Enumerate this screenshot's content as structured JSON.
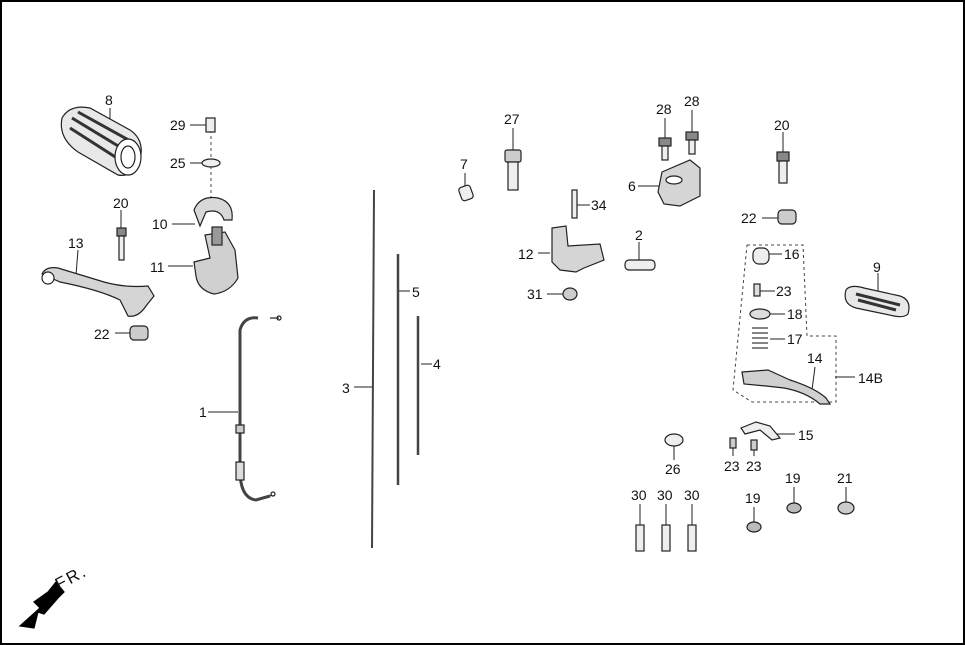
{
  "diagram": {
    "type": "exploded-parts-diagram",
    "subject": "handlebar controls: grips, levers, throttle housing, cables",
    "direction_indicator": {
      "text": "FR.",
      "icon": "arrow-down-left-icon"
    },
    "callouts": [
      {
        "id": "c8",
        "num": "8",
        "part": "left grip"
      },
      {
        "id": "c29",
        "num": "29",
        "part": "screw"
      },
      {
        "id": "c25",
        "num": "25",
        "part": "washer"
      },
      {
        "id": "c20a",
        "num": "20",
        "part": "bolt"
      },
      {
        "id": "c10",
        "num": "10",
        "part": "throttle housing cover"
      },
      {
        "id": "c13",
        "num": "13",
        "part": "lever"
      },
      {
        "id": "c11",
        "num": "11",
        "part": "throttle housing"
      },
      {
        "id": "c22a",
        "num": "22",
        "part": "nut"
      },
      {
        "id": "c1",
        "num": "1",
        "part": "throttle cable"
      },
      {
        "id": "c3",
        "num": "3",
        "part": "cable"
      },
      {
        "id": "c5",
        "num": "5",
        "part": "cable"
      },
      {
        "id": "c4",
        "num": "4",
        "part": "cable"
      },
      {
        "id": "c7",
        "num": "7",
        "part": "collar"
      },
      {
        "id": "c27",
        "num": "27",
        "part": "bolt"
      },
      {
        "id": "c34",
        "num": "34",
        "part": "pin"
      },
      {
        "id": "c12",
        "num": "12",
        "part": "lever bracket"
      },
      {
        "id": "c2",
        "num": "2",
        "part": "pin"
      },
      {
        "id": "c31",
        "num": "31",
        "part": "nut"
      },
      {
        "id": "c28a",
        "num": "28",
        "part": "bolt"
      },
      {
        "id": "c28b",
        "num": "28",
        "part": "bolt"
      },
      {
        "id": "c6",
        "num": "6",
        "part": "holder"
      },
      {
        "id": "c20b",
        "num": "20",
        "part": "bolt"
      },
      {
        "id": "c22b",
        "num": "22",
        "part": "nut"
      },
      {
        "id": "c16",
        "num": "16",
        "part": "adjuster"
      },
      {
        "id": "c23a",
        "num": "23",
        "part": "screw"
      },
      {
        "id": "c18",
        "num": "18",
        "part": "plate"
      },
      {
        "id": "c17",
        "num": "17",
        "part": "spring"
      },
      {
        "id": "c14",
        "num": "14",
        "part": "lever"
      },
      {
        "id": "c14B",
        "num": "14B",
        "part": "lever assembly"
      },
      {
        "id": "c9",
        "num": "9",
        "part": "right grip"
      },
      {
        "id": "c15",
        "num": "15",
        "part": "bracket"
      },
      {
        "id": "c26",
        "num": "26",
        "part": "ring"
      },
      {
        "id": "c23b",
        "num": "23",
        "part": "screw"
      },
      {
        "id": "c23c",
        "num": "23",
        "part": "screw"
      },
      {
        "id": "c19a",
        "num": "19",
        "part": "nut"
      },
      {
        "id": "c19b",
        "num": "19",
        "part": "nut"
      },
      {
        "id": "c21",
        "num": "21",
        "part": "nut"
      },
      {
        "id": "c30a",
        "num": "30",
        "part": "bolt"
      },
      {
        "id": "c30b",
        "num": "30",
        "part": "bolt"
      },
      {
        "id": "c30c",
        "num": "30",
        "part": "bolt"
      }
    ]
  },
  "labels": {
    "c8": "8",
    "c29": "29",
    "c25": "25",
    "c20a": "20",
    "c10": "10",
    "c13": "13",
    "c11": "11",
    "c22a": "22",
    "c1": "1",
    "c3": "3",
    "c5": "5",
    "c4": "4",
    "c7": "7",
    "c27": "27",
    "c34": "34",
    "c12": "12",
    "c2": "2",
    "c31": "31",
    "c28a": "28",
    "c28b": "28",
    "c6": "6",
    "c20b": "20",
    "c22b": "22",
    "c16": "16",
    "c23a": "23",
    "c18": "18",
    "c17": "17",
    "c14": "14",
    "c14B": "14B",
    "c9": "9",
    "c15": "15",
    "c26": "26",
    "c23b": "23",
    "c23c": "23",
    "c19a": "19",
    "c19b": "19",
    "c21": "21",
    "c30a": "30",
    "c30b": "30",
    "c30c": "30",
    "fr": "FR."
  }
}
